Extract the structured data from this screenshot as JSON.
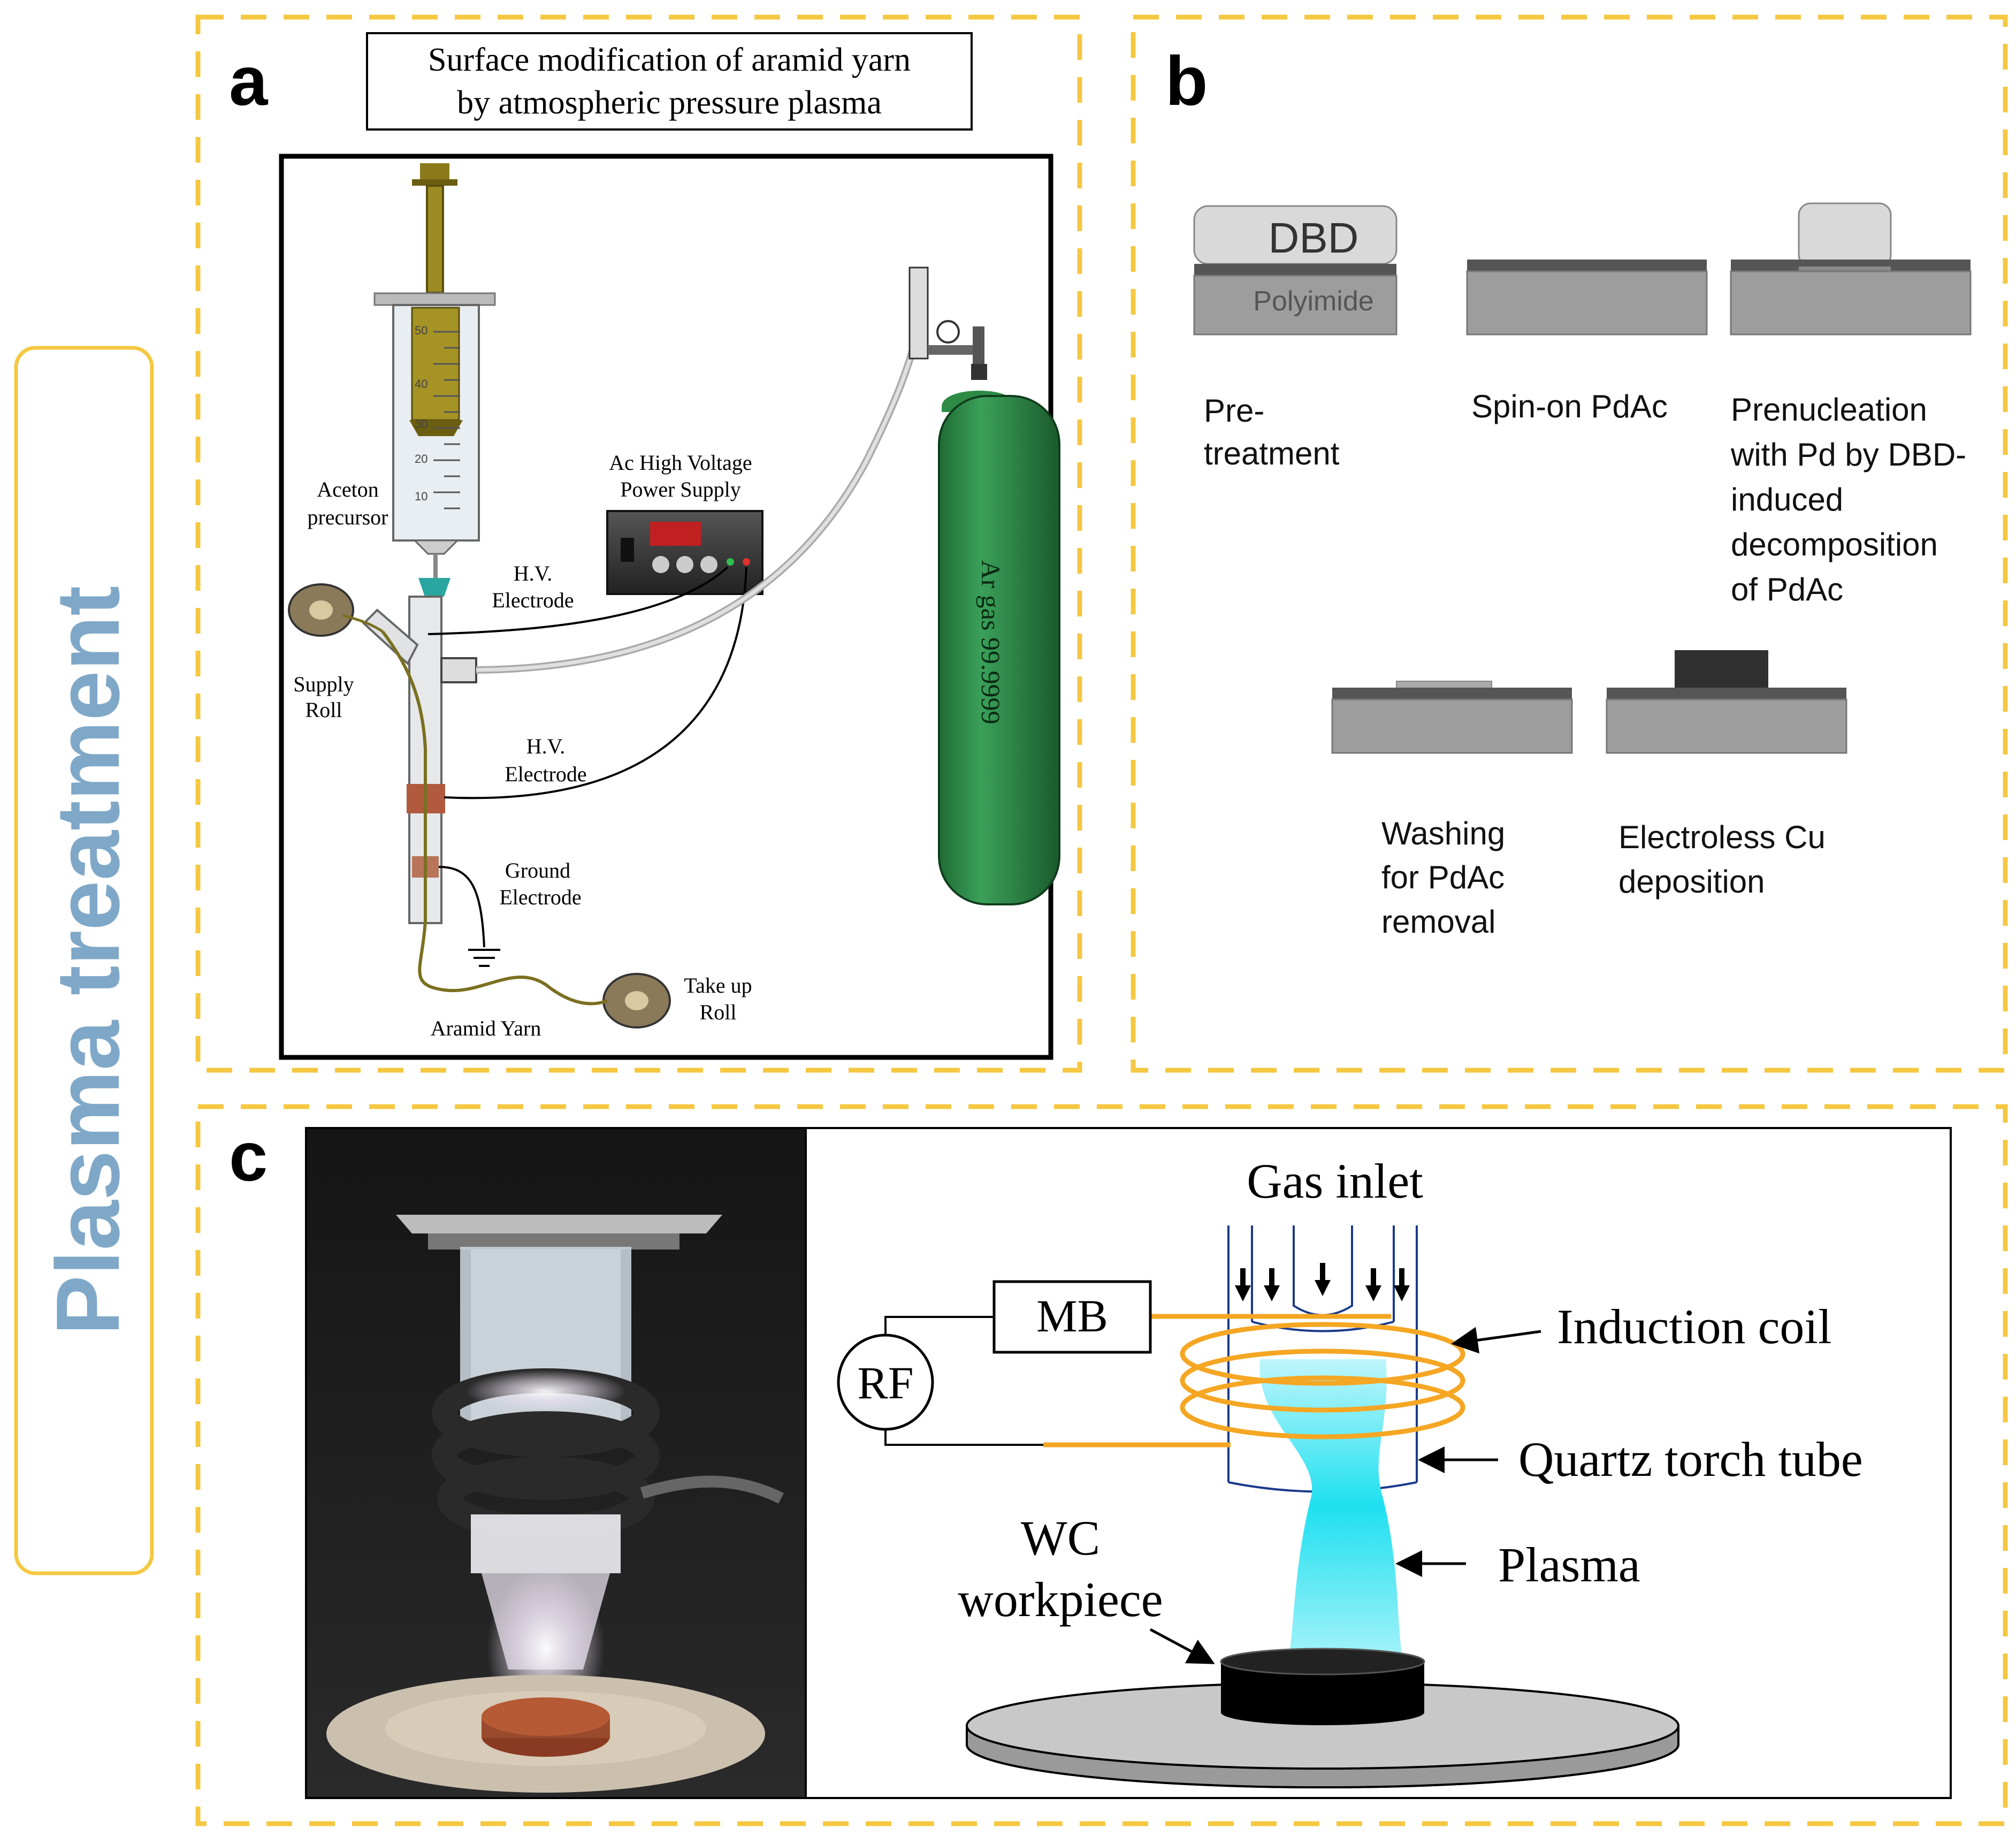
{
  "side_label": "Plasma treatment",
  "panel_a": {
    "letter": "a",
    "title_line1": "Surface modification of aramid yarn",
    "title_line2": "by atmospheric pressure plasma",
    "labels": {
      "aceton_1": "Aceton",
      "aceton_2": "precursor",
      "psu_1": "Ac High Voltage",
      "psu_2": "Power Supply",
      "hv_top_1": "H.V.",
      "hv_top_2": "Electrode",
      "supply_1": "Supply",
      "supply_2": "Roll",
      "hv_mid_1": "H.V.",
      "hv_mid_2": "Electrode",
      "ground_1": "Ground",
      "ground_2": "Electrode",
      "takeup_1": "Take up",
      "takeup_2": "Roll",
      "yarn": "Aramid Yarn",
      "gas": "Ar gas 99.9999"
    },
    "syringe_marks": [
      "50",
      "40",
      "30",
      "20",
      "10"
    ],
    "colors": {
      "plunger": "#8a7a1a",
      "cylinder": "#2e8b45",
      "frame": "#000000"
    }
  },
  "panel_b": {
    "letter": "b",
    "dbd_label": "DBD",
    "substrate_label": "Polyimide",
    "steps": {
      "s1_1": "Pre-",
      "s1_2": "treatment",
      "s2_1": "Spin-on PdAc",
      "s3_1": "Prenucleation",
      "s3_2": "with Pd by DBD-",
      "s3_3": "induced",
      "s3_4": "decomposition",
      "s3_5": "of PdAc",
      "s4_1": "Washing",
      "s4_2": "for PdAc",
      "s4_3": "removal",
      "s5_1": "Electroless Cu",
      "s5_2": "deposition"
    }
  },
  "panel_c": {
    "letter": "c",
    "labels": {
      "gas_inlet": "Gas inlet",
      "mb": "MB",
      "rf": "RF",
      "induction": "Induction coil",
      "quartz": "Quartz torch tube",
      "plasma": "Plasma",
      "wc_1": "WC",
      "wc_2": "workpiece"
    },
    "colors": {
      "coil": "#f5a623",
      "plasma": "#1fe0f0",
      "tube": "#1a3a8a"
    }
  },
  "colors": {
    "dash": "#f5c842",
    "side_text": "#7fa8c8"
  }
}
